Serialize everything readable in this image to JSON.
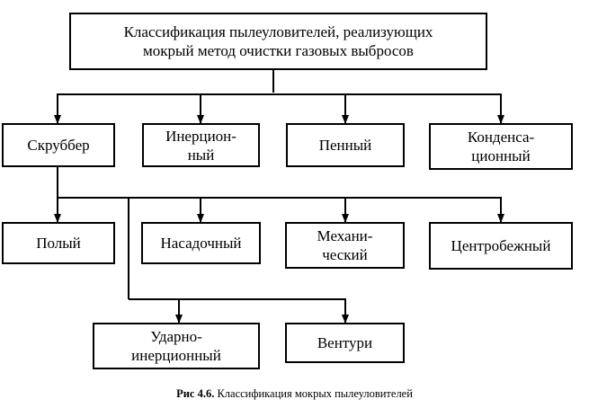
{
  "root": {
    "label": "Классификация пылеуловителей, реализующих\nмокрый метод очистки газовых выбросов"
  },
  "level1": [
    {
      "label": "Скруббер"
    },
    {
      "label": "Инерцион-\nный"
    },
    {
      "label": "Пенный"
    },
    {
      "label": "Конденса-\nционный"
    }
  ],
  "level2": [
    {
      "label": "Полый"
    },
    {
      "label": "Насадочный"
    },
    {
      "label": "Механи-\nческий"
    },
    {
      "label": "Центробежный"
    }
  ],
  "level3": [
    {
      "label": "Ударно-\nинерционный"
    },
    {
      "label": "Вентури"
    }
  ],
  "caption": {
    "figure": "Рис 4.6.",
    "text": "Классификация мокрых пылеуловителей"
  }
}
